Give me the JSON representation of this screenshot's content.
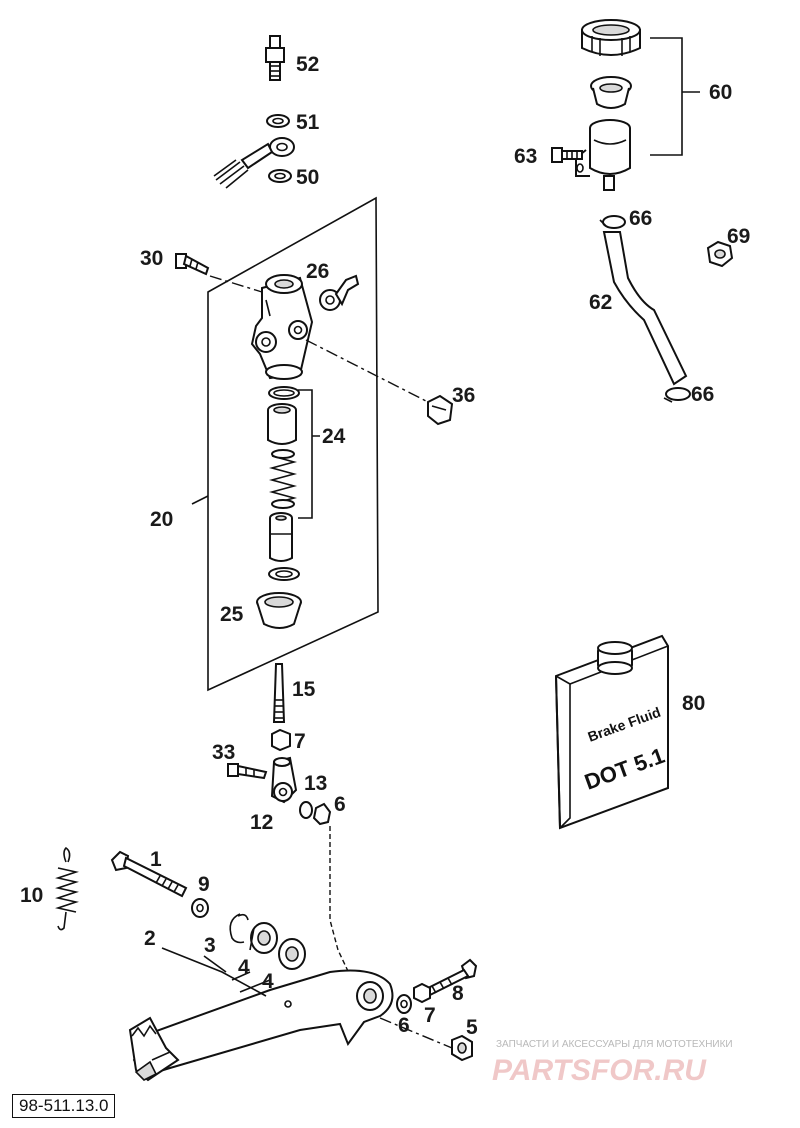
{
  "diagram_code": "98-511.13.0",
  "watermark": {
    "caption": "ЗАПЧАСТИ И АКСЕССУАРЫ ДЛЯ МОТОТЕХНИКИ",
    "logo": "PARTSFOR.RU"
  },
  "bottle": {
    "line1": "Brake Fluid",
    "line2": "DOT 5.1"
  },
  "callouts": {
    "c52": "52",
    "c51": "51",
    "c50": "50",
    "c60": "60",
    "c63": "63",
    "c66a": "66",
    "c69": "69",
    "c62": "62",
    "c66b": "66",
    "c30": "30",
    "c26": "26",
    "c36": "36",
    "c24": "24",
    "c20": "20",
    "c25": "25",
    "c15": "15",
    "c7a": "7",
    "c33": "33",
    "c13": "13",
    "c6a": "6",
    "c12": "12",
    "c80": "80",
    "c1": "1",
    "c9": "9",
    "c10": "10",
    "c2": "2",
    "c3": "3",
    "c4a": "4",
    "c4b": "4",
    "c8": "8",
    "c7b": "7",
    "c6b": "6",
    "c5": "5"
  }
}
